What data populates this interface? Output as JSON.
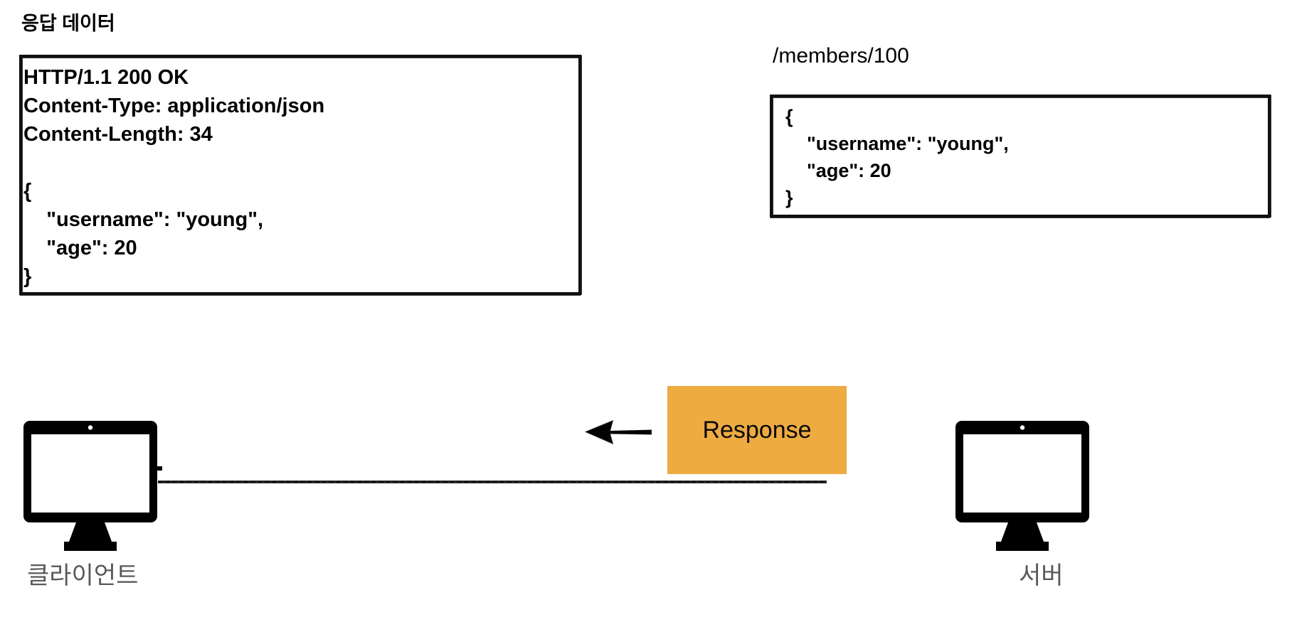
{
  "diagram": {
    "title": "응답 데이터",
    "endpoint_path": "/members/100",
    "badge": {
      "label": "Response",
      "color": "#EDAB41",
      "direction": "server-to-client"
    },
    "arrow": {
      "name": "left-arrow",
      "direction": "left"
    },
    "response_box": {
      "status_line": "HTTP/1.1 200 OK",
      "headers": [
        "Content-Type: application/json",
        "Content-Length: 34"
      ],
      "body_lines": [
        "{",
        "    \"username\": \"young\",",
        "    \"age\": 20",
        "}"
      ],
      "full_text": "HTTP/1.1 200 OK\nContent-Type: application/json\nContent-Length: 34\n\n{\n    \"username\": \"young\",\n    \"age\": 20\n}"
    },
    "json_box": {
      "body_lines": [
        "{",
        "    \"username\": \"young\",",
        "    \"age\": 20",
        "}"
      ],
      "full_text": "{\n    \"username\": \"young\",\n    \"age\": 20\n}"
    },
    "nodes": {
      "client": {
        "label": "클라이언트",
        "icon": "desktop-monitor-icon"
      },
      "server": {
        "label": "서버",
        "icon": "desktop-monitor-icon"
      }
    },
    "colors": {
      "badge_orange": "#EDAB41",
      "ink_black": "#000000",
      "label_gray": "#595959",
      "background": "#FFFFFF"
    }
  }
}
